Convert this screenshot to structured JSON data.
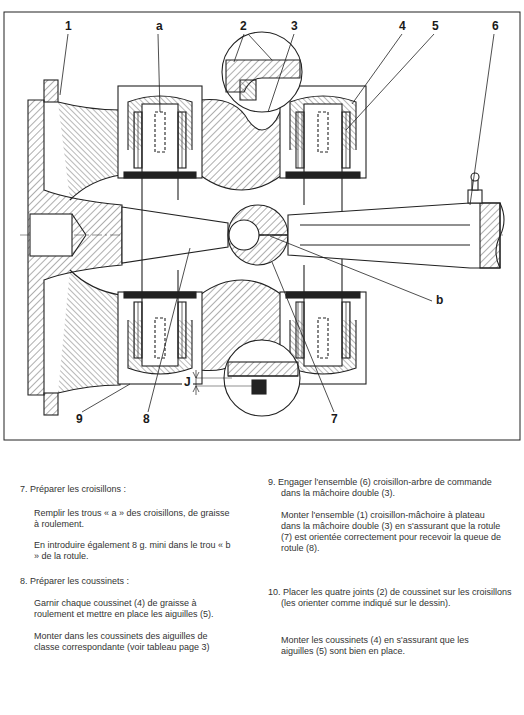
{
  "diagram": {
    "labels": [
      "1",
      "a",
      "2",
      "3",
      "4",
      "5",
      "6",
      "b",
      "9",
      "8",
      "7",
      "J",
      "7. Préparer les croisillons :",
      "Remplir les trous « a » des croisillons, de graisse à roulement.",
      "En introduire également 8 g. mini dans le trou « b » de la rotule.",
      "8. Préparer les coussinets :",
      "Garnir chaque coussinet (4) de graisse à roulement et mettre en place les aiguilles (5).",
      "Monter dans les coussinets des aiguilles de classe correspondante (voir tableau page 3)",
      "9. Engager l'ensemble (6) croisillon-arbre de commande dans la mâchoire double (3).",
      "Monter l'ensemble (1) croisillon-mâchoire à plateau dans la mâchoire double (3) en s'assurant que la rotule (7) est orientée correctement pour recevoir la queue de rotule (8).",
      "10. Placer les quatre joints (2) de coussinet sur les croisillons (les orienter comme indiqué sur le dessin).",
      "Monter les coussinets (4) en s'assurant que les aiguilles (5) sont bien en place."
    ]
  }
}
